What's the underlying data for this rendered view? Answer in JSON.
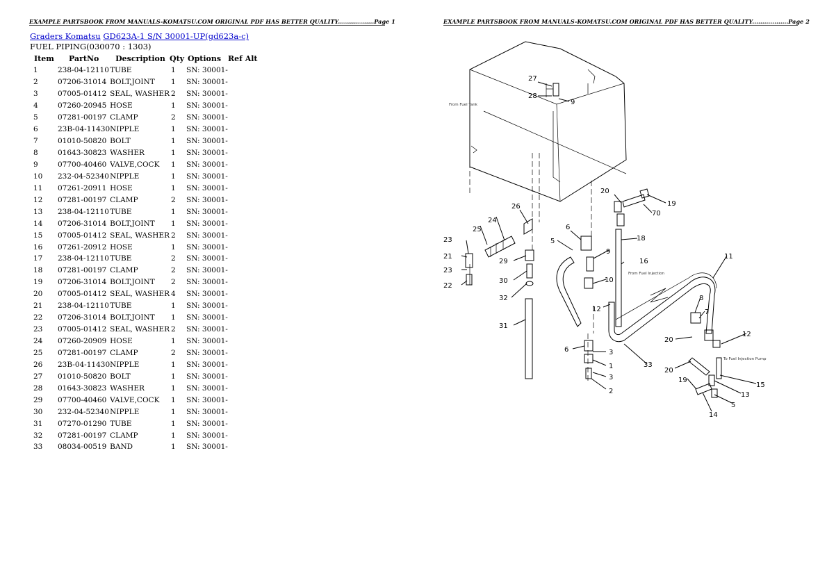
{
  "header": {
    "left": "EXAMPLE PARTSBOOK FROM MANUALS-KOMATSU.COM ORIGINAL PDF HAS BETTER QUALITY..................Page 1",
    "right": "EXAMPLE PARTSBOOK FROM MANUALS-KOMATSU.COM ORIGINAL PDF HAS BETTER QUALITY..................Page 2"
  },
  "breadcrumb": {
    "link1": "Graders Komatsu",
    "link2": "GD623A-1 S/N 30001-UP(gd623a-c)"
  },
  "section_title": "FUEL PIPING(030070 : 1303)",
  "table": {
    "headers": [
      "Item",
      "PartNo",
      "Description",
      "Qty",
      "Options",
      "Ref Alt"
    ],
    "rows": [
      [
        "1",
        "238-04-12110",
        "TUBE",
        "1",
        "SN: 30001-"
      ],
      [
        "2",
        "07206-31014",
        "BOLT,JOINT",
        "1",
        "SN: 30001-"
      ],
      [
        "3",
        "07005-01412",
        "SEAL, WASHER",
        "2",
        "SN: 30001-"
      ],
      [
        "4",
        "07260-20945",
        "HOSE",
        "1",
        "SN: 30001-"
      ],
      [
        "5",
        "07281-00197",
        "CLAMP",
        "2",
        "SN: 30001-"
      ],
      [
        "6",
        "23B-04-11430",
        "NIPPLE",
        "1",
        "SN: 30001-"
      ],
      [
        "7",
        "01010-50820",
        "BOLT",
        "1",
        "SN: 30001-"
      ],
      [
        "8",
        "01643-30823",
        "WASHER",
        "1",
        "SN: 30001-"
      ],
      [
        "9",
        "07700-40460",
        "VALVE,COCK",
        "1",
        "SN: 30001-"
      ],
      [
        "10",
        "232-04-52340",
        "NIPPLE",
        "1",
        "SN: 30001-"
      ],
      [
        "11",
        "07261-20911",
        "HOSE",
        "1",
        "SN: 30001-"
      ],
      [
        "12",
        "07281-00197",
        "CLAMP",
        "2",
        "SN: 30001-"
      ],
      [
        "13",
        "238-04-12110",
        "TUBE",
        "1",
        "SN: 30001-"
      ],
      [
        "14",
        "07206-31014",
        "BOLT,JOINT",
        "1",
        "SN: 30001-"
      ],
      [
        "15",
        "07005-01412",
        "SEAL, WASHER",
        "2",
        "SN: 30001-"
      ],
      [
        "16",
        "07261-20912",
        "HOSE",
        "1",
        "SN: 30001-"
      ],
      [
        "17",
        "238-04-12110",
        "TUBE",
        "2",
        "SN: 30001-"
      ],
      [
        "18",
        "07281-00197",
        "CLAMP",
        "2",
        "SN: 30001-"
      ],
      [
        "19",
        "07206-31014",
        "BOLT,JOINT",
        "2",
        "SN: 30001-"
      ],
      [
        "20",
        "07005-01412",
        "SEAL, WASHER",
        "4",
        "SN: 30001-"
      ],
      [
        "21",
        "238-04-12110",
        "TUBE",
        "1",
        "SN: 30001-"
      ],
      [
        "22",
        "07206-31014",
        "BOLT,JOINT",
        "1",
        "SN: 30001-"
      ],
      [
        "23",
        "07005-01412",
        "SEAL, WASHER",
        "2",
        "SN: 30001-"
      ],
      [
        "24",
        "07260-20909",
        "HOSE",
        "1",
        "SN: 30001-"
      ],
      [
        "25",
        "07281-00197",
        "CLAMP",
        "2",
        "SN: 30001-"
      ],
      [
        "26",
        "23B-04-11430",
        "NIPPLE",
        "1",
        "SN: 30001-"
      ],
      [
        "27",
        "01010-50820",
        "BOLT",
        "1",
        "SN: 30001-"
      ],
      [
        "28",
        "01643-30823",
        "WASHER",
        "1",
        "SN: 30001-"
      ],
      [
        "29",
        "07700-40460",
        "VALVE,COCK",
        "1",
        "SN: 30001-"
      ],
      [
        "30",
        "232-04-52340",
        "NIPPLE",
        "1",
        "SN: 30001-"
      ],
      [
        "31",
        "07270-01290",
        "TUBE",
        "1",
        "SN: 30001-"
      ],
      [
        "32",
        "07281-00197",
        "CLAMP",
        "1",
        "SN: 30001-"
      ],
      [
        "33",
        "08034-00519",
        "BAND",
        "1",
        "SN: 30001-"
      ]
    ]
  },
  "diagram": {
    "callouts": [
      "27",
      "28",
      "9",
      "20",
      "19",
      "70",
      "26",
      "24",
      "25",
      "23",
      "21",
      "23",
      "22",
      "29",
      "30",
      "32",
      "31",
      "6",
      "5",
      "9",
      "16",
      "18",
      "10",
      "12",
      "11",
      "8",
      "7",
      "20",
      "12",
      "6",
      "5",
      "3",
      "1",
      "3",
      "2",
      "33",
      "20",
      "19",
      "15",
      "13",
      "5",
      "14"
    ],
    "notes": [
      "From Fuel Tank",
      "From Fuel Injection",
      "To Fuel Injection Pump"
    ]
  }
}
